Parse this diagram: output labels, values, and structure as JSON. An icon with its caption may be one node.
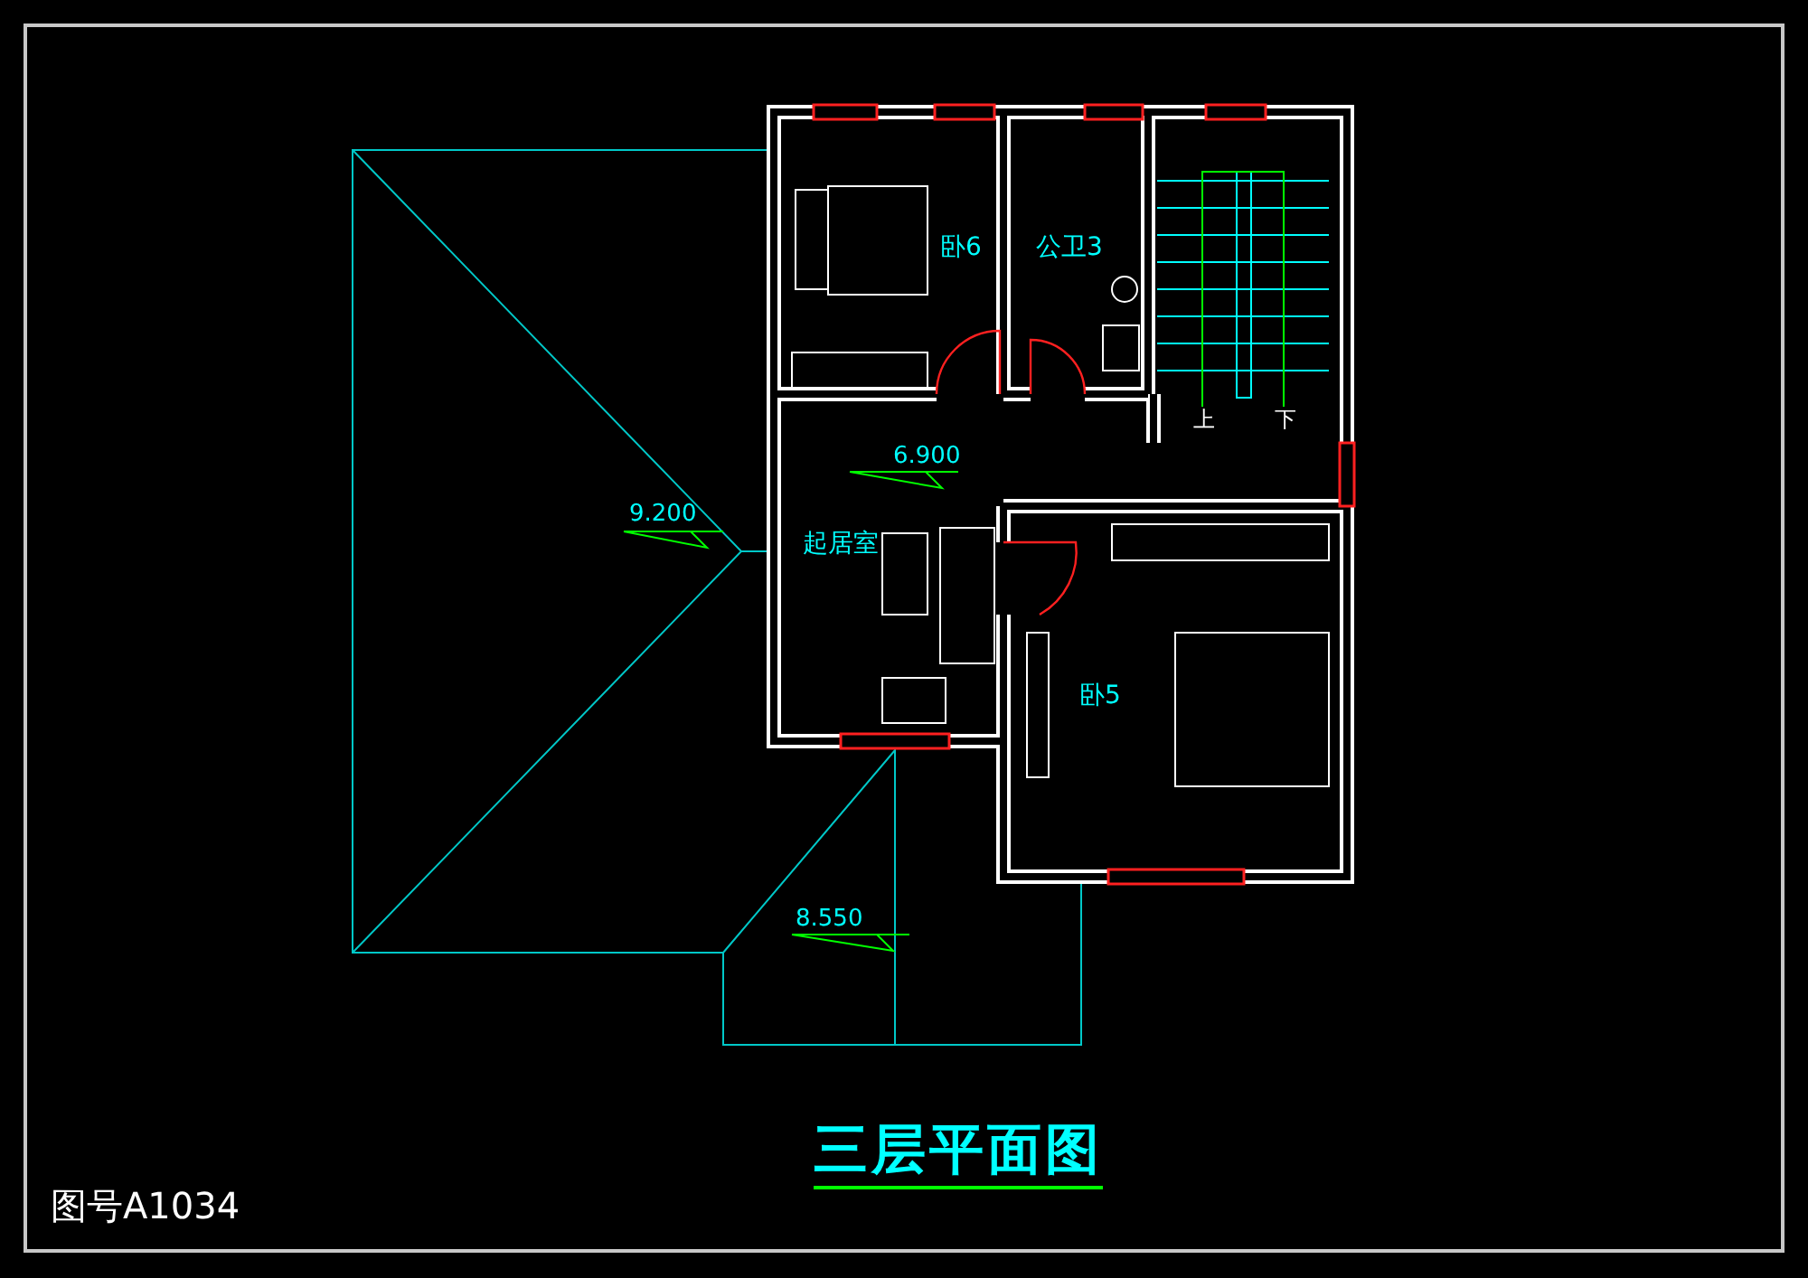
{
  "diagram": {
    "title": "三层平面图",
    "nodes": [
      {
        "text": [
          "卧6"
        ]
      },
      {
        "text": [
          "公卫3"
        ]
      },
      {
        "text": [
          "起居室"
        ]
      },
      {
        "text": [
          "卧5"
        ]
      }
    ],
    "labels": [
      "上",
      "下",
      "6.900",
      "9.200",
      "8.550",
      "图号A1034"
    ]
  }
}
